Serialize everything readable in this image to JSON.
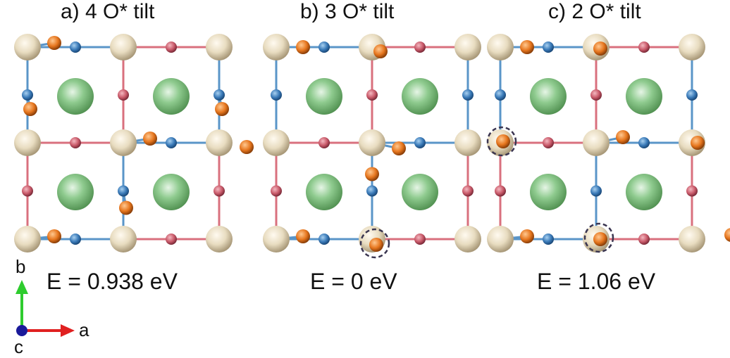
{
  "panels": [
    {
      "title": "a) 4 O* tilt",
      "energy": "E = 0.938 eV"
    },
    {
      "title": "b) 3 O* tilt",
      "energy": "E = 0 eV"
    },
    {
      "title": "c) 2 O* tilt",
      "energy": "E = 1.06 eV"
    }
  ],
  "axes": {
    "b": "b",
    "a": "a",
    "c": "c"
  },
  "colors": {
    "cation_large": "#e8dcc0",
    "cation_center": "#7fbf7f",
    "oxygen_red": "#c95a6a",
    "oxygen_blue": "#3a7ab8",
    "oxygen_tilted": "#e6761e",
    "bond_red": "#d9707e",
    "bond_blue": "#5a95c8",
    "axis_b": "#2ecc2e",
    "axis_a": "#e02020",
    "axis_c": "#1a1a9a"
  }
}
